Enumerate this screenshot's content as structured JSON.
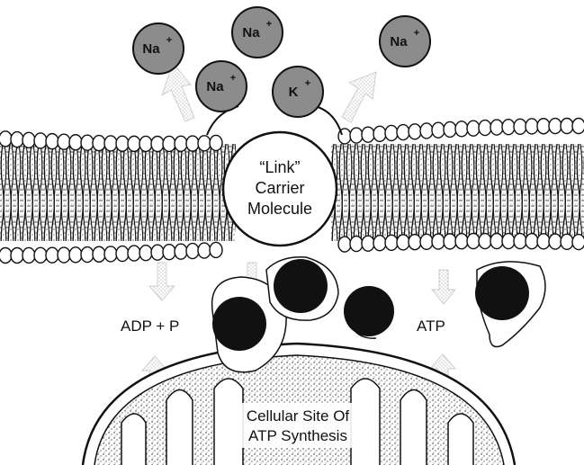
{
  "ions": [
    {
      "id": "na-1",
      "symbol": "Na",
      "charge": "+"
    },
    {
      "id": "na-2",
      "symbol": "Na",
      "charge": "+"
    },
    {
      "id": "na-3",
      "symbol": "Na",
      "charge": "+"
    },
    {
      "id": "na-4",
      "symbol": "Na",
      "charge": "+"
    },
    {
      "id": "k-1",
      "symbol": "K",
      "charge": "+"
    }
  ],
  "carrier": {
    "line1": "“Link”",
    "line2": "Carrier",
    "line3": "Molecule"
  },
  "labels": {
    "left": "ADP + P",
    "right": "ATP"
  },
  "mitochondrion": {
    "line1": "Cellular Site Of",
    "line2": "ATP Synthesis"
  },
  "colors": {
    "ion_fill": "#8c8c8c",
    "ink": "#111111",
    "background": "#ffffff"
  }
}
